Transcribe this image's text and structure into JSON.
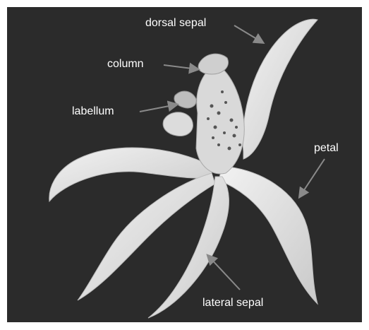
{
  "labels": {
    "dorsal_sepal": "dorsal sepal",
    "column": "column",
    "labellum": "labellum",
    "petal": "petal",
    "lateral_sepal": "lateral sepal"
  },
  "colors": {
    "background": "#2b2b2b",
    "flower": "#e6e6e6",
    "arrow": "#8a8a8a",
    "text": "#ffffff"
  }
}
